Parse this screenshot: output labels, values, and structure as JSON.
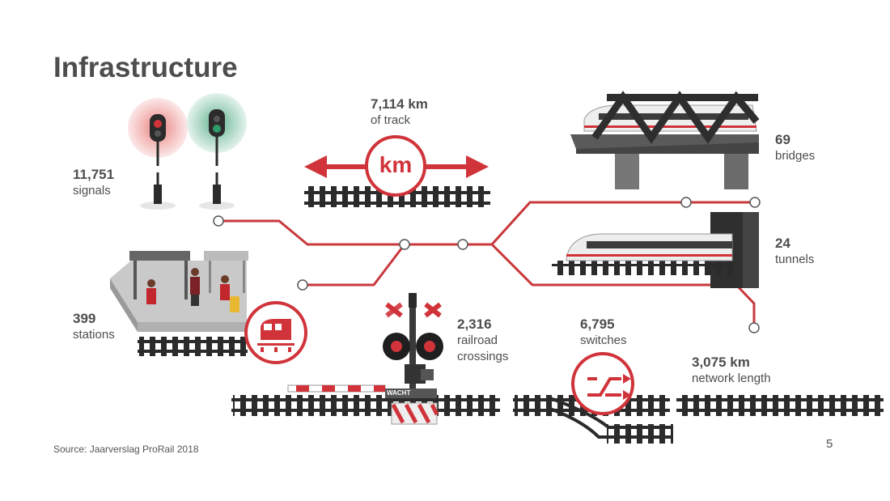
{
  "title": "Infrastructure",
  "stats": {
    "track": {
      "value": "7,114 km",
      "label": "of track"
    },
    "signals": {
      "value": "11,751",
      "label": "signals"
    },
    "bridges": {
      "value": "69",
      "label": "bridges"
    },
    "tunnels": {
      "value": "24",
      "label": "tunnels"
    },
    "stations": {
      "value": "399",
      "label": "stations"
    },
    "crossings": {
      "value": "2,316",
      "label_line1": "railroad",
      "label_line2": "crossings"
    },
    "switches": {
      "value": "6,795",
      "label": "switches"
    },
    "network": {
      "value": "3,075 km",
      "label": "network length"
    }
  },
  "km_badge": "km",
  "crossing_sign": "WACHT",
  "source": "Source: Jaarverslag ProRail 2018",
  "page_number": "5",
  "colors": {
    "accent_red": "#d0343a",
    "text_gray": "#4d4d4d",
    "signal_red_halo": "#f3b5b5",
    "signal_green_halo": "#a9d6c2",
    "rail_dark": "#2b2b2b",
    "steel": "#3a3a3a"
  },
  "icons": [
    "signal-red-icon",
    "signal-green-icon",
    "km-badge-icon",
    "train-badge-icon",
    "switch-badge-icon",
    "bridge-illustration",
    "tunnel-illustration",
    "station-illustration",
    "railroad-crossing-illustration"
  ]
}
